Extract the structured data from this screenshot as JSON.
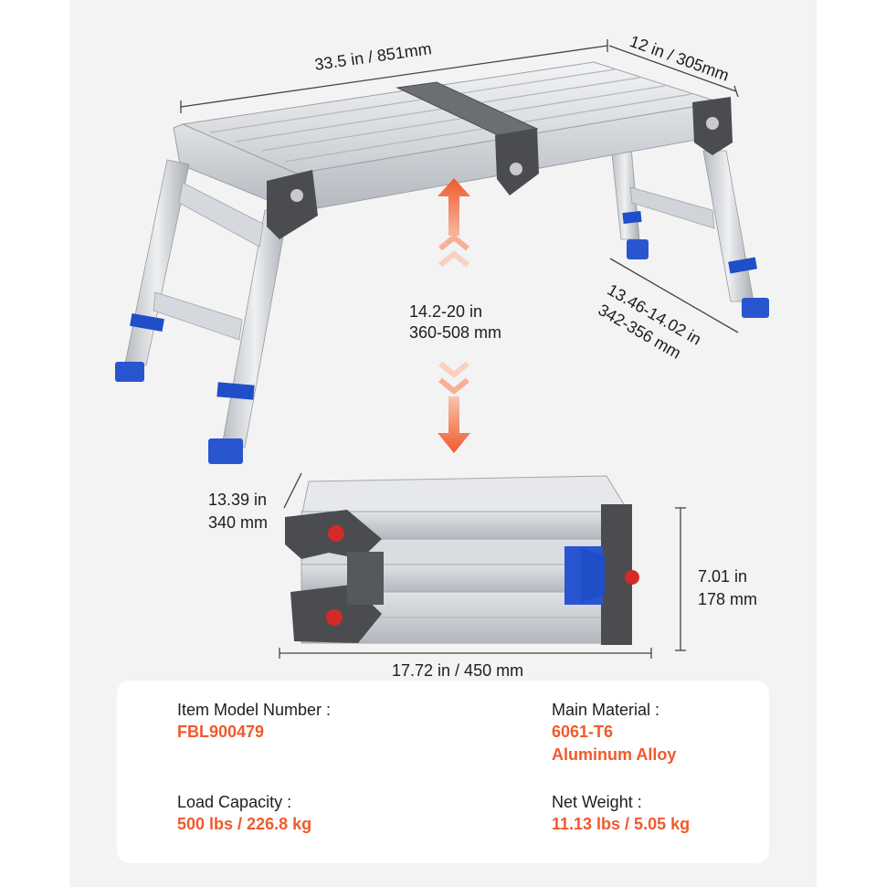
{
  "dimensions": {
    "length": "33.5 in / 851mm",
    "width": "12 in / 305mm",
    "height_range_in": "14.2-20 in",
    "height_range_mm": "360-508 mm",
    "leg_span_in": "13.46-14.02 in",
    "leg_span_mm": "342-356 mm",
    "folded_depth_in": "13.39 in",
    "folded_depth_mm": "340 mm",
    "folded_height_in": "7.01 in",
    "folded_height_mm": "178 mm",
    "folded_length": "17.72 in / 450 mm"
  },
  "specs": {
    "model_label": "Item Model Number :",
    "model_value": "FBL900479",
    "material_label": "Main Material :",
    "material_value_1": "6061-T6",
    "material_value_2": "Aluminum Alloy",
    "load_label": "Load Capacity :",
    "load_value": "500 lbs / 226.8 kg",
    "weight_label": "Net Weight :",
    "weight_value": "11.13 lbs / 5.05 kg"
  },
  "colors": {
    "accent": "#f0592b",
    "foot_blue": "#1e4fc8",
    "bracket_gray": "#4a4c50",
    "aluminum": "#d4d7db"
  }
}
